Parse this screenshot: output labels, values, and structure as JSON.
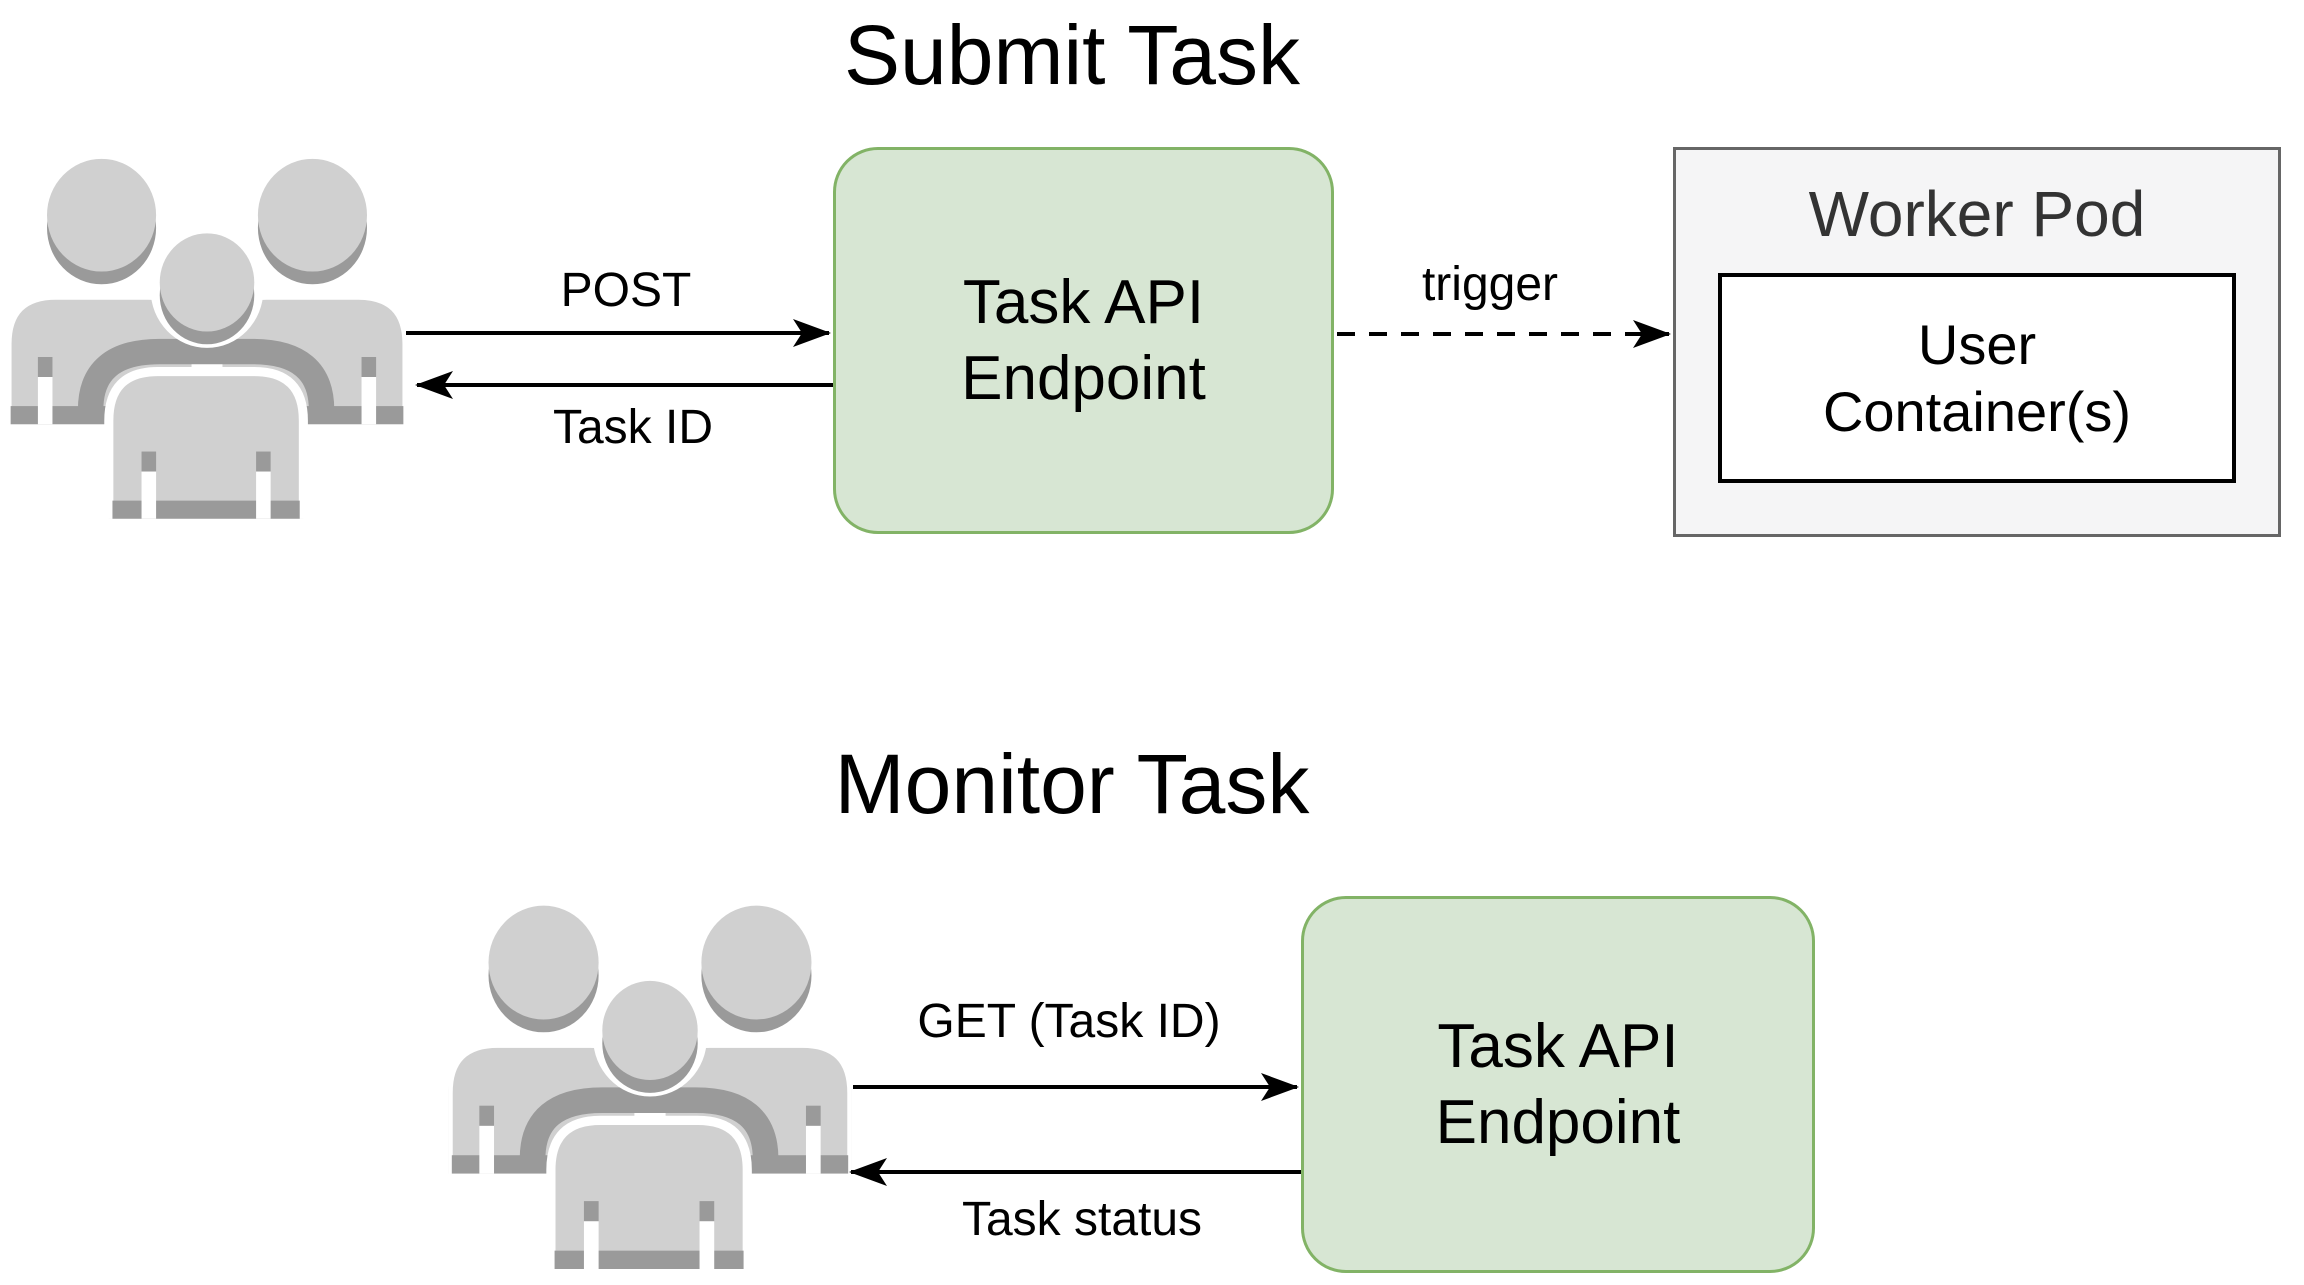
{
  "diagram": {
    "background": "#ffffff",
    "colors": {
      "endpoint_fill": "#D7E6D3",
      "endpoint_border": "#82B366",
      "worker_pod_fill": "#F5F5F6",
      "worker_pod_border": "#666666",
      "worker_pod_title": "#333333",
      "container_fill": "#FFFFFF",
      "container_border": "#000000",
      "users_icon_light": "#D0D0D0",
      "users_icon_dark": "#9A9A9A",
      "arrow": "#000000"
    },
    "submit_flow": {
      "title": "Submit Task",
      "request_arrow_label": "POST",
      "response_arrow_label": "Task ID",
      "endpoint_node": {
        "line1": "Task API",
        "line2": "Endpoint"
      },
      "trigger_arrow_label": "trigger",
      "worker_pod": {
        "title": "Worker Pod",
        "container_node": {
          "line1": "User",
          "line2": "Container(s)"
        }
      }
    },
    "monitor_flow": {
      "title": "Monitor Task",
      "request_arrow_label": "GET (Task ID)",
      "response_arrow_label": "Task status",
      "endpoint_node": {
        "line1": "Task API",
        "line2": "Endpoint"
      }
    }
  }
}
